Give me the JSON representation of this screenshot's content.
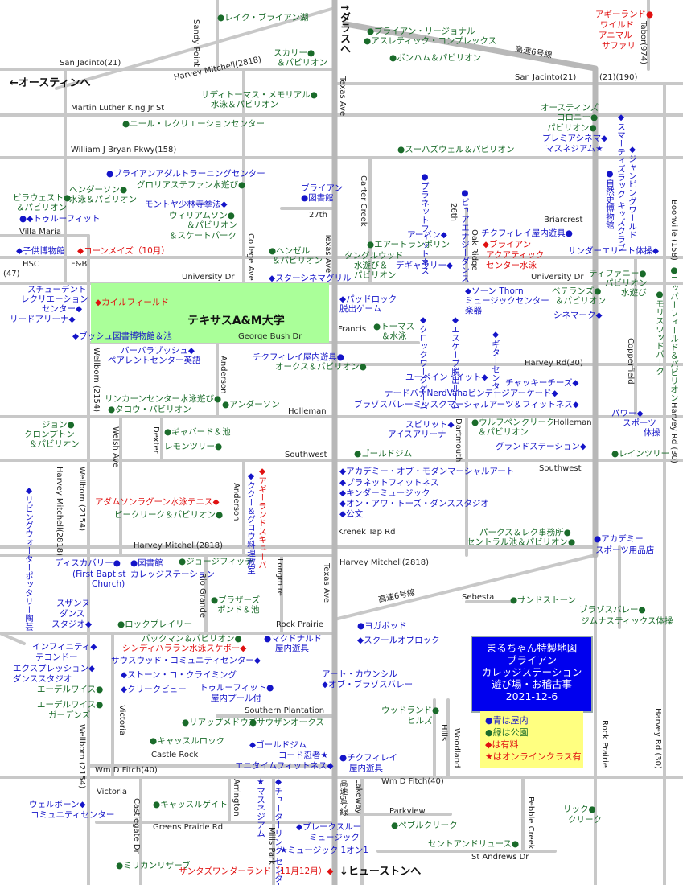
{
  "map": {
    "title_box": [
      "まるちゃん特製地図",
      "ブライアン",
      "カレッジステーション",
      "遊び場・お稽古事",
      "2021-12-6"
    ],
    "legend": [
      "●青は屋内",
      "●緑は公園",
      "◆は有料",
      "★はオンラインクラス有"
    ],
    "colors": {
      "park": "#1e8a3a",
      "indoor": "#1010cc",
      "paid": "#e01010",
      "campus": "#aaff99",
      "road": "#c8c8c8"
    },
    "directions": {
      "austin": "←オースティンへ",
      "dallas": "↑ダラスへ",
      "houston": "↓ヒューストンへ"
    },
    "campus": "テキサスA&M大学",
    "streets": [
      "San Jacinto(21)",
      "Harvey Mitchell(2818)",
      "Sandy Point",
      "Martin Luther King Jr St",
      "William J Bryan Pkwy(158)",
      "Villa Maria",
      "HSC",
      "F&B",
      "(47)",
      "University Dr",
      "College Ave",
      "Texas Ave",
      "27th",
      "Carter Creek",
      "26th",
      "Oak Ridge",
      "Briarcrest",
      "高速6号線",
      "San Jacinto(21)",
      "(21)(190)",
      "Tabor(974)",
      "Boonville (158)",
      "University Dr",
      "Francis",
      "George Bush Dr",
      "Harvey Rd(30)",
      "Copperfield",
      "Wellborn (2154)",
      "Anderson",
      "Holleman",
      "Dartmouth",
      "Holleman",
      "Southwest",
      "Welsh Ave",
      "Dexter",
      "Southwest",
      "Harvey Rd (30)",
      "Harvey Mitchell(2818)",
      "Wellborn (2154)",
      "Anderson",
      "Krenek Tap Rd",
      "Harvey Mitchell(2818)",
      "Harvey Mitchell(2818)",
      "Rio Grande",
      "Longmire",
      "Texas Ave",
      "高速6号線",
      "Sebesta",
      "Rock Prairie",
      "Victoria",
      "Southern Plantation",
      "Hills",
      "Woodland",
      "Rock Prairie",
      "Harvey Rd (30)",
      "Wellborn (2154)",
      "Castle Rock",
      "Wm D Fitch(40)",
      "Wm D Fitch(40)",
      "Victoria",
      "Castlegate Dr",
      "Arrington",
      "Lakeway",
      "Pebble Creek",
      "Parkview",
      "高速6号線",
      "Greens Prairie Rd",
      "Mills Park",
      "St Andrews Dr"
    ],
    "places": [
      "●レイク・ブライアン湖",
      "●ブライアン・リージョナル",
      "●アスレティック・コンプレックス",
      "スカリー●",
      "＆パビリオン",
      "●ボンハム＆パビリオン",
      "アギーランド●",
      "ワイルド",
      "アニマル",
      "サファリ",
      "サディトーマス・メモリアル●",
      "水泳＆パビリオン",
      "●ニール・レクリエーションセンター",
      "オースティンズ",
      "コロニー●",
      "パビリオン●",
      "プレミアシネマ◆",
      "マスネジアム★",
      "●スーハズウェル＆パビリオン",
      "●ブライアンアダルトラーニングセンター",
      "ヘンダーソン●",
      "水泳＆パビリオン",
      "グロリアステファン水遊び●",
      "ビラウェスト●",
      "＆パビリオン",
      "●◆トゥルーフィット",
      "モントヤ少林寺拳法◆",
      "ウィリアムソン●",
      "＆パビリオン",
      "＆スケートパーク",
      "ブライアン",
      "●図書館",
      "●プラネットフィットネス",
      "●ピュアエナジーダンス",
      "アーバン◆",
      "●エアートランポリン",
      "タングルウッド",
      "水遊び＆",
      "パビリオン",
      "デギャラリー◆",
      "チクフィレイ屋内遊具●",
      "◆ブライアン",
      "アクアティック",
      "センター水泳",
      "●自然史博物館",
      "◆スマーティズラック キッズクラブ",
      "◆ジャンピングワールド",
      "◆子供博物館",
      "◆コーンメイズ（10月）",
      "●ヘンゼル",
      "＆パビリオン",
      "◆スターシネマグリル",
      "サンダーエリート体操◆",
      "ティファニー●",
      "パビリオン",
      "水遊び",
      "●コッパーフィールド＆パビリオン",
      "●モリスウッドパーク",
      "スチューデント",
      "レクリエーション",
      "センター◆",
      "リードアリーナ◆",
      "◆カイルフィールド",
      "◆ブッシュ図書博物館＆池",
      "◆パッドロック",
      "脱出ゲーム",
      "◆ソーン Thorn",
      "ミュージックセンター",
      "楽器",
      "ベテランズ●",
      "＆パビリオン",
      "シネマーク◆",
      "●トーマス",
      "＆水泳",
      "◆クロックワークゲーム",
      "◆エスケープ脱出ルーム",
      "◆ギターセンター",
      "バーバラブッシュ◆",
      "ペアレントセンター英語",
      "チクフィレイ屋内遊具●",
      "オークス＆パビリオン●",
      "ユーペイントイット◆",
      "チャッキーチーズ◆",
      "ナードバナNerdVanaビンテージアーケード◆",
      "ブラゾスバレーミッスクマーシャルアーツ＆フィットネス◆",
      "リンカーンセンター水泳遊び●",
      "●タロウ・パビリオン",
      "●アンダーソン",
      "ジョン●",
      "クロンプトン",
      "＆パビリオン",
      "●ギャバード＆池",
      "レモンツリー●",
      "スピリット◆",
      "アイスアリーナ",
      "●ウルフペンクリーク",
      "＆パビリオン",
      "グランドステーション◆",
      "パワー◆",
      "スポーツ",
      "体操",
      "●ゴールドジム",
      "●レインツリー",
      "アダムソンラグーン水泳テニス◆",
      "ビークリーク＆パビリオン●",
      "◆ククー＆グロウ料理教室",
      "◆アギーランドスキューバ",
      "◆リビングウォーターポッタリー陶芸",
      "◆アカデミー・オブ・モダンマーシャルアート",
      "◆プラネットフィットネス",
      "◆キンダーミュージック",
      "◆オン・アワ・トーズ・ダンススタジオ",
      "◆公文",
      "パークス＆レク事務所●",
      "セントラル池＆パビリオン●",
      "●アカデミー",
      "スポーツ用品店",
      "ディスカバリー●",
      "(First Baptist",
      "Church)",
      "●図書館",
      "カレッジステーション",
      "●ジョージフィッチ",
      "●ブラザーズ",
      "ポンド＆池",
      "●サンドストーン",
      "スザンヌ",
      "ダンス",
      "スタジオ◆",
      "●ロックプレイリー",
      "●ヨガボッド",
      "ブラゾスバレー●",
      "ジムナスティックス体操",
      "パックマン＆パビリオン●",
      "●マクドナルド",
      "屋内遊具",
      "インフィニティ◆",
      "テコンドー",
      "シンディハララン水泳スケボー◆",
      "◆スクールオブロック",
      "エクスプレッション◆",
      "ダンススタジオ",
      "サウスウッド・コミュニティセンター◆",
      "◆ストーン・コ・クライミング",
      "アート・カウンシル",
      "◆オブ・ブラゾスバレー",
      "エーデルワイス●",
      "◆クリークビュー",
      "トゥルーフィット●",
      "屋内プール付",
      "エーデルワイス●",
      "ガーデンズ",
      "ウッドランド●",
      "ヒルズ",
      "●リアップメドウズ",
      "●サウザンオークス",
      "●キャッスルロック",
      "◆ゴールドジム",
      "コード忍者★",
      "エニタイムフィットネス◆",
      "●チクフィレイ",
      "屋内遊具",
      "◆チューターリング センター★",
      "★マスネジアム",
      "ウェルボーン◆",
      "コミュニティセンター",
      "●キャッスルゲイト",
      "◆ブレークスルー",
      "ミュージック",
      "★ミュージック 1オン1",
      "●ペブルクリーク",
      "リック●",
      "クリーク",
      "セントアンドリュース●",
      "●ミリカンリザーブ",
      "サンタズワンダーランド（11月12月）◆"
    ]
  }
}
